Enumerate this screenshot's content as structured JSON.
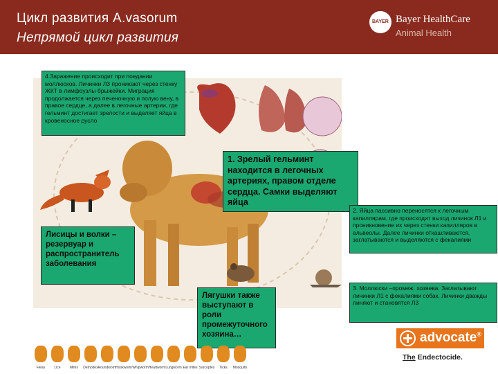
{
  "header": {
    "title_line1": "Цикл развития A.vasorum",
    "title_line2": "Непрямой цикл развития",
    "brand_name": "Bayer HealthCare",
    "brand_sub": "Animal Health",
    "logo_text": "BAYER"
  },
  "boxes": {
    "step4": "4.Заражение происходит при поедании моллюсков. Личинки Л3 проникают через стенку ЖКТ в лимфоузлы брыжейки. Миграция продолжается через печеночную и полую вену, в правое сердце, а далее в легочные артерии, где гельминт достигает зрелости и выделяет яйца в кровеносное русло",
    "step1": "1. Зрелый гельминт находится в легочных артериях, правом отделе сердца. Самки выделяют яйца",
    "step2": "2. Яйца пассивно переносятся к легочным капиллярам, где происходит выход личинок Л1 и проникновение их через стенки капилляров в альвеолы. Далее личинки откашливаются, заглатываются и выделяются с фекалиями",
    "step3": "3. Моллюски –промеж. хозяева. Заглатывают личинки Л1 с фекалиями собак. Личинки дважды линяют и становятся Л3",
    "foxes": "Лисицы и волки – резервуар и распространитель заболевания",
    "frogs": "Лягушки также выступают в роли промежуточного хозяина…"
  },
  "icons": [
    {
      "name": "flea-icon",
      "label": "Fleas"
    },
    {
      "name": "lice-icon",
      "label": "Lice"
    },
    {
      "name": "mite-icon",
      "label": "Mites"
    },
    {
      "name": "demodex-icon",
      "label": "Demodex"
    },
    {
      "name": "roundworm-icon",
      "label": "Roundworm"
    },
    {
      "name": "hookworm-icon",
      "label": "Hookworm"
    },
    {
      "name": "whipworm-icon",
      "label": "Whipworm"
    },
    {
      "name": "heartworm-icon",
      "label": "Heartworm"
    },
    {
      "name": "lungworm-icon",
      "label": "Lungworm"
    },
    {
      "name": "ear-mite-icon",
      "label": "Ear mites"
    },
    {
      "name": "sarcoptes-icon",
      "label": "Sarcoptes"
    },
    {
      "name": "tick-icon",
      "label": "Ticks"
    },
    {
      "name": "mosquito-icon",
      "label": "Mosquito"
    }
  ],
  "advocate": {
    "label": "advocate",
    "reg": "®"
  },
  "tagline": {
    "the": "The",
    "rest": " Endectocide."
  },
  "colors": {
    "header": "#8a2a1e",
    "box_green": "#1aa870",
    "advocate_orange": "#e8741c"
  }
}
